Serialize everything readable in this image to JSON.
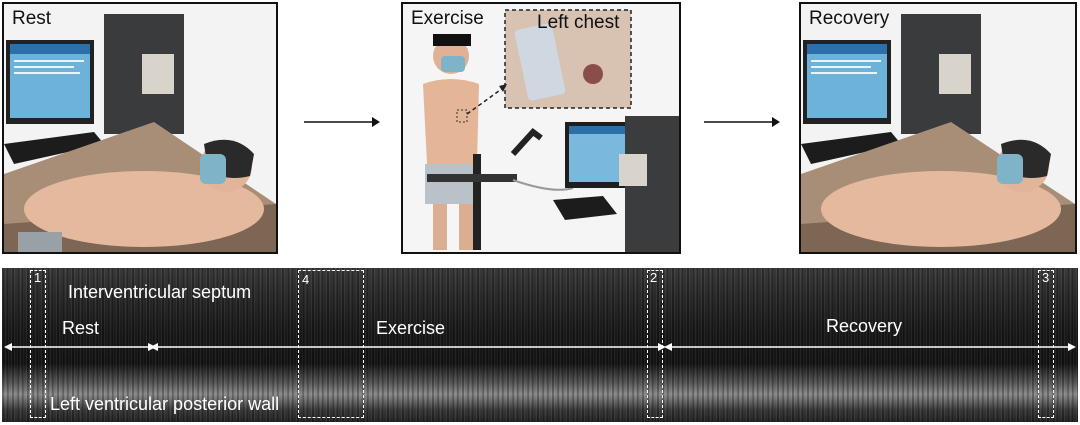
{
  "panels": {
    "rest": "Rest",
    "exercise": "Exercise",
    "recovery": "Recovery",
    "inset": "Left chest"
  },
  "strip": {
    "septum": "Interventricular septum",
    "posterior_wall": "Left ventricular posterior wall",
    "phase_rest": "Rest",
    "phase_exercise": "Exercise",
    "phase_recovery": "Recovery",
    "markers": [
      "1",
      "2",
      "3",
      "4"
    ]
  }
}
